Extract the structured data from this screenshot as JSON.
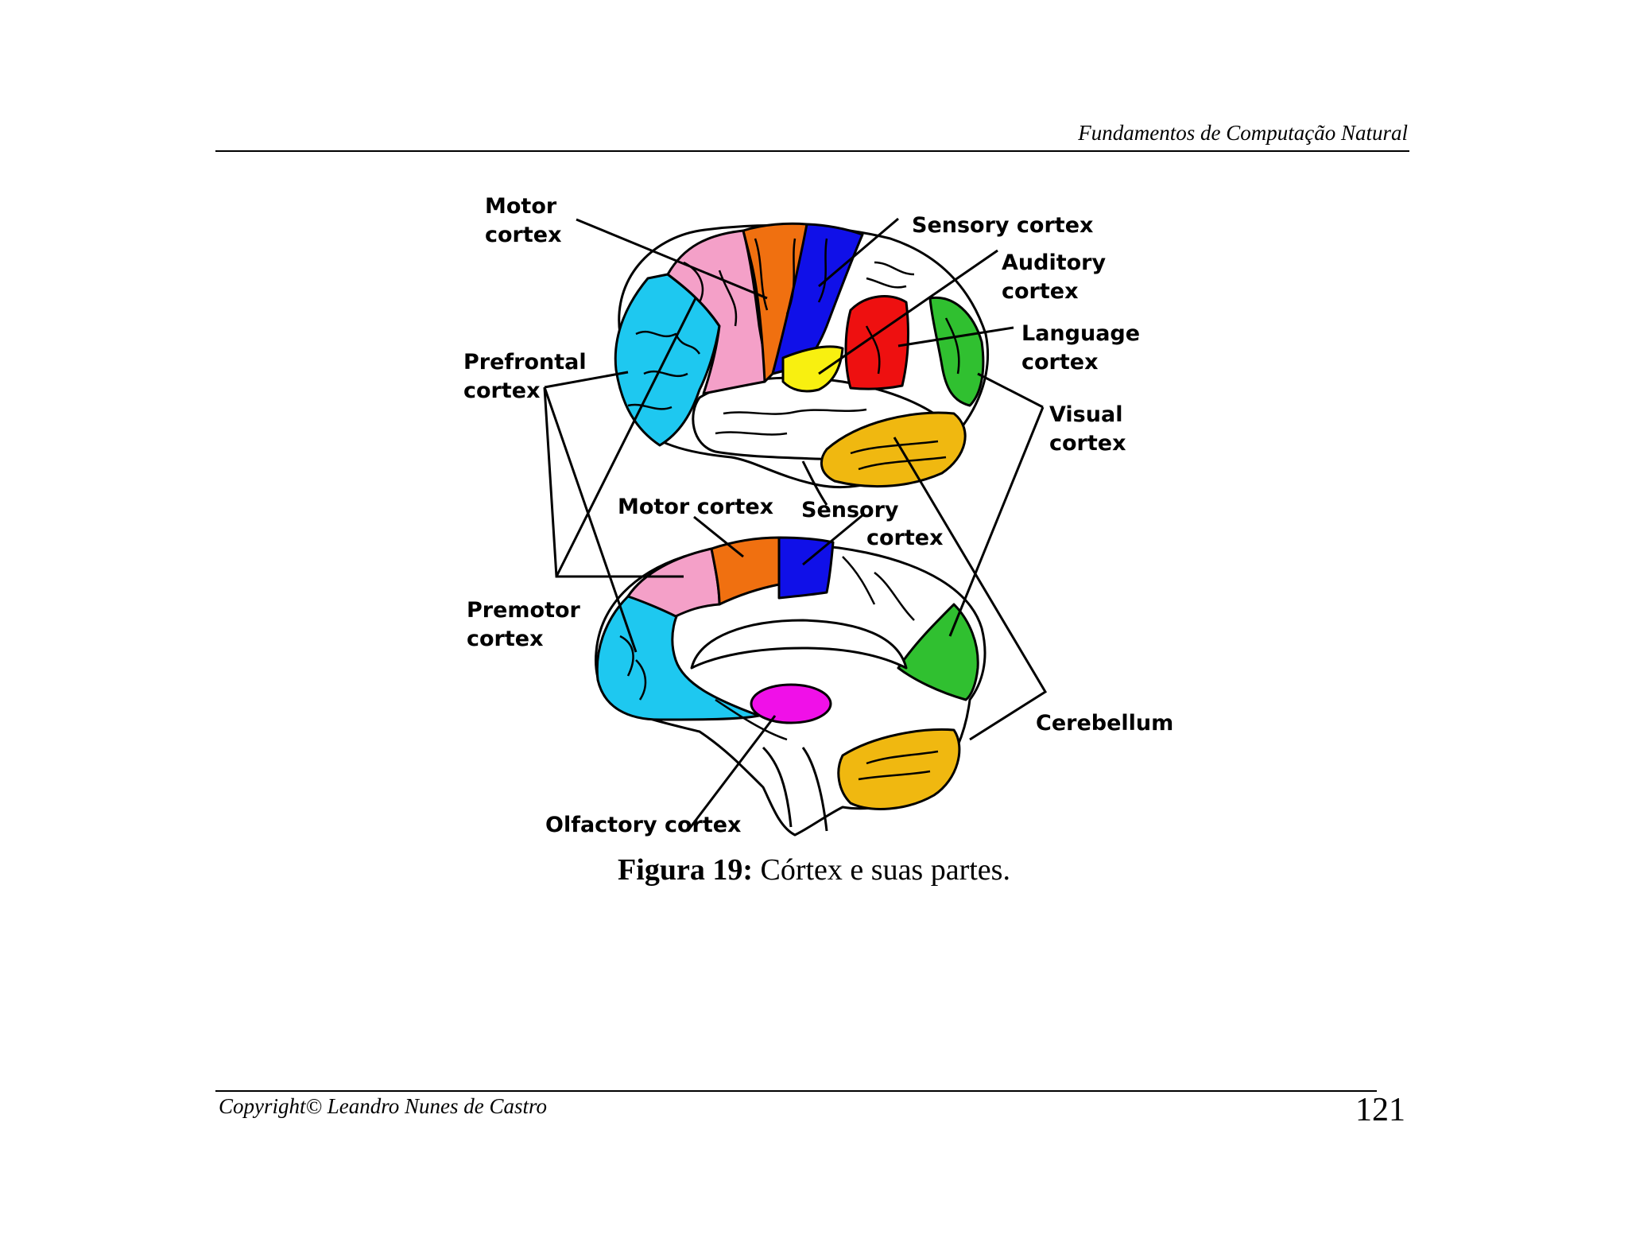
{
  "header": {
    "running_title": "Fundamentos de Computação Natural"
  },
  "figure": {
    "labels": {
      "motor_cortex_l1": "Motor",
      "motor_cortex_l2": "cortex",
      "sensory_cortex": "Sensory cortex",
      "auditory_l1": "Auditory",
      "auditory_l2": "cortex",
      "language_l1": "Language",
      "language_l2": "cortex",
      "prefrontal_l1": "Prefrontal",
      "prefrontal_l2": "cortex",
      "visual_l1": "Visual",
      "visual_l2": "cortex",
      "motor_cortex_medial": "Motor cortex",
      "sensory_medial_l1": "Sensory",
      "sensory_medial_l2": "cortex",
      "premotor_l1": "Premotor",
      "premotor_l2": "cortex",
      "cerebellum": "Cerebellum",
      "olfactory": "Olfactory cortex"
    },
    "region_colors": {
      "prefrontal": "#1ec8f0",
      "premotor": "#f4a0c8",
      "motor": "#f07010",
      "sensory": "#1010e8",
      "auditory": "#ee1010",
      "language": "#f8f010",
      "visual": "#30c030",
      "cerebellum": "#f0b810",
      "olfactory": "#f010e8"
    }
  },
  "caption": {
    "label": "Figura 19:",
    "text": "Córtex e suas partes."
  },
  "footer": {
    "copyright": "Copyright© Leandro Nunes de Castro",
    "page_number": "121"
  }
}
